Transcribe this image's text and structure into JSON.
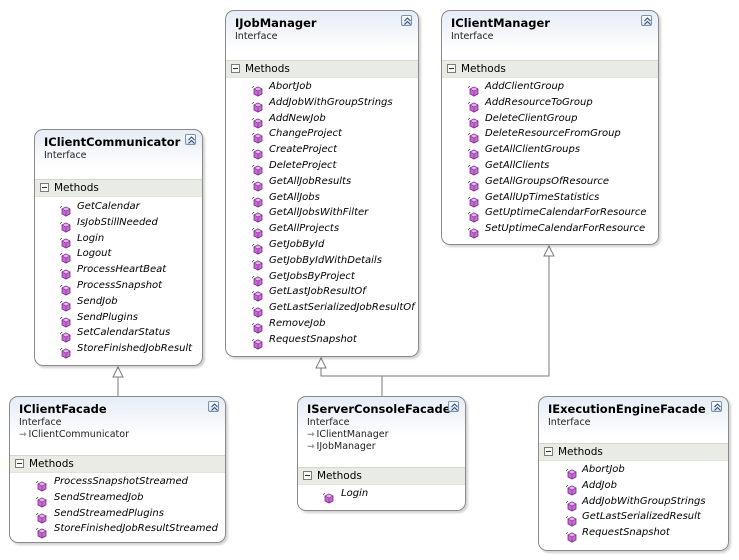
{
  "classes": {
    "iclientcommunicator": {
      "name": "IClientCommunicator",
      "stereotype": "Interface",
      "section": "Methods",
      "methods": [
        "GetCalendar",
        "IsJobStillNeeded",
        "Login",
        "Logout",
        "ProcessHeartBeat",
        "ProcessSnapshot",
        "SendJob",
        "SendPlugins",
        "SetCalendarStatus",
        "StoreFinishedJobResult"
      ]
    },
    "ijobmanager": {
      "name": "IJobManager",
      "stereotype": "Interface",
      "section": "Methods",
      "methods": [
        "AbortJob",
        "AddJobWithGroupStrings",
        "AddNewJob",
        "ChangeProject",
        "CreateProject",
        "DeleteProject",
        "GetAllJobResults",
        "GetAllJobs",
        "GetAllJobsWithFilter",
        "GetAllProjects",
        "GetJobById",
        "GetJobByIdWithDetails",
        "GetJobsByProject",
        "GetLastJobResultOf",
        "GetLastSerializedJobResultOf",
        "RemoveJob",
        "RequestSnapshot"
      ]
    },
    "iclientmanager": {
      "name": "IClientManager",
      "stereotype": "Interface",
      "section": "Methods",
      "methods": [
        "AddClientGroup",
        "AddResourceToGroup",
        "DeleteClientGroup",
        "DeleteResourceFromGroup",
        "GetAllClientGroups",
        "GetAllClients",
        "GetAllGroupsOfResource",
        "GetAllUpTimeStatistics",
        "GetUptimeCalendarForResource",
        "SetUptimeCalendarForResource"
      ]
    },
    "iclientfacade": {
      "name": "IClientFacade",
      "stereotype": "Interface",
      "inherits": [
        "IClientCommunicator"
      ],
      "section": "Methods",
      "methods": [
        "ProcessSnapshotStreamed",
        "SendStreamedJob",
        "SendStreamedPlugins",
        "StoreFinishedJobResultStreamed"
      ]
    },
    "iserverconsolefacade": {
      "name": "IServerConsoleFacade",
      "stereotype": "Interface",
      "inherits": [
        "IClientManager",
        "IJobManager"
      ],
      "section": "Methods",
      "methods": [
        "Login"
      ]
    },
    "iexecutionenginefacade": {
      "name": "IExecutionEngineFacade",
      "stereotype": "Interface",
      "section": "Methods",
      "methods": [
        "AbortJob",
        "AddJob",
        "AddJobWithGroupStrings",
        "GetLastSerializedResult",
        "RequestSnapshot"
      ]
    }
  },
  "colors": {
    "border": "#8a8a8a",
    "header_gradient_top": "#e6edf7",
    "section_bg": "#e9ece4",
    "method_icon": "#b04fc0",
    "line": "#7a7a7a"
  },
  "icons": {
    "method": "purple-cube-method-icon",
    "collapse": "double-chevron-up-icon",
    "section_toggle": "minus-toggle-icon",
    "inherit": "inherit-arrow-icon"
  }
}
